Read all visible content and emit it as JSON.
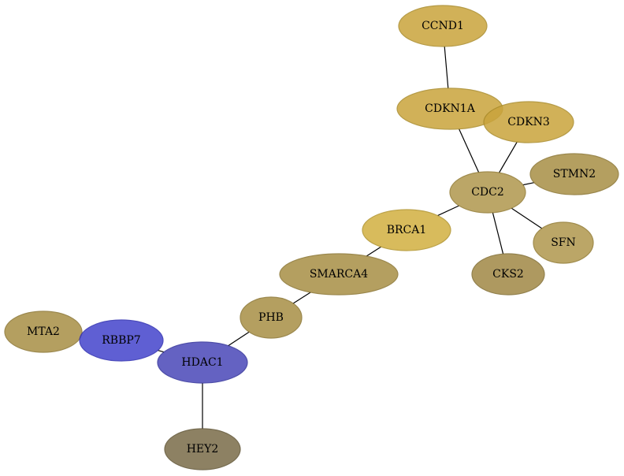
{
  "graph": {
    "nodes": [
      {
        "id": "CCND1",
        "label": "CCND1",
        "fill": "#c9a43c",
        "stroke": "#a98a28"
      },
      {
        "id": "CDKN1A",
        "label": "CDKN1A",
        "fill": "#c9a43c",
        "stroke": "#a98a28"
      },
      {
        "id": "CDKN3",
        "label": "CDKN3",
        "fill": "#c9a43c",
        "stroke": "#a98a28"
      },
      {
        "id": "STMN2",
        "label": "STMN2",
        "fill": "#a88f45",
        "stroke": "#8a7430"
      },
      {
        "id": "CDC2",
        "label": "CDC2",
        "fill": "#b0974d",
        "stroke": "#90782f"
      },
      {
        "id": "BRCA1",
        "label": "BRCA1",
        "fill": "#d2b040",
        "stroke": "#b0922a"
      },
      {
        "id": "SFN",
        "label": "SFN",
        "fill": "#b0974d",
        "stroke": "#90782f"
      },
      {
        "id": "SMARCA4",
        "label": "SMARCA4",
        "fill": "#a88f45",
        "stroke": "#8a7430"
      },
      {
        "id": "CKS2",
        "label": "CKS2",
        "fill": "#a08845",
        "stroke": "#806c30"
      },
      {
        "id": "PHB",
        "label": "PHB",
        "fill": "#a88f45",
        "stroke": "#8a7430"
      },
      {
        "id": "MTA2",
        "label": "MTA2",
        "fill": "#a88f45",
        "stroke": "#8a7430"
      },
      {
        "id": "RBBP7",
        "label": "RBBP7",
        "fill": "#4444cc",
        "stroke": "#2c2cb0"
      },
      {
        "id": "HDAC1",
        "label": "HDAC1",
        "fill": "#4a47b8",
        "stroke": "#30309a"
      },
      {
        "id": "HEY2",
        "label": "HEY2",
        "fill": "#7a6c48",
        "stroke": "#5e5232"
      }
    ],
    "edges": [
      {
        "source": "CCND1",
        "target": "CDKN1A"
      },
      {
        "source": "CDKN1A",
        "target": "CDC2"
      },
      {
        "source": "CDKN3",
        "target": "CDC2"
      },
      {
        "source": "STMN2",
        "target": "CDC2"
      },
      {
        "source": "CDC2",
        "target": "BRCA1"
      },
      {
        "source": "CDC2",
        "target": "SFN"
      },
      {
        "source": "CDC2",
        "target": "CKS2"
      },
      {
        "source": "BRCA1",
        "target": "SMARCA4"
      },
      {
        "source": "SMARCA4",
        "target": "PHB"
      },
      {
        "source": "PHB",
        "target": "HDAC1"
      },
      {
        "source": "RBBP7",
        "target": "HDAC1"
      },
      {
        "source": "HDAC1",
        "target": "HEY2"
      }
    ]
  }
}
